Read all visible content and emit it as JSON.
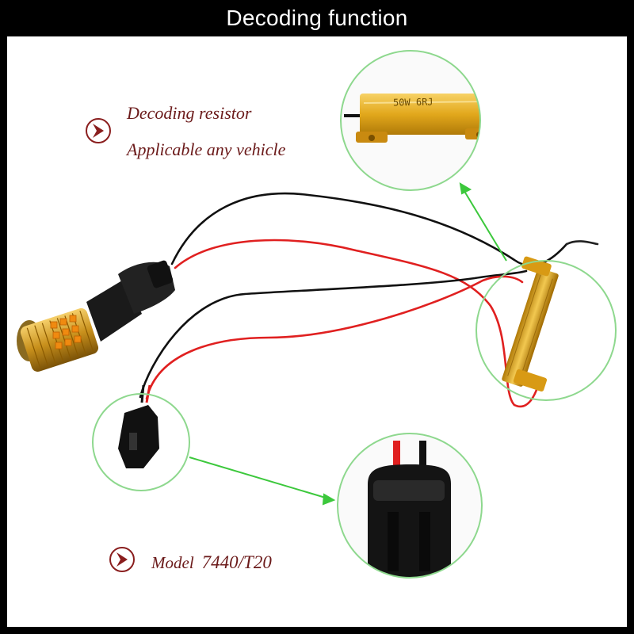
{
  "title": "Decoding function",
  "captions": {
    "line1": "Decoding resistor",
    "line2": "Applicable any vehicle",
    "model_label": "Model",
    "model_number": "7440/T20"
  },
  "resistor_marking": "50W 6RJ",
  "colors": {
    "title_bar": "#000000",
    "caption_text": "#6b1a1a",
    "highlight_circle": "#8ed88e",
    "arrow": "#3cc83c",
    "resistor_gold": "#e2a81c",
    "wire_red": "#e02020",
    "wire_black": "#111111"
  },
  "icons": {
    "bullet": "chevron-circle-icon"
  }
}
